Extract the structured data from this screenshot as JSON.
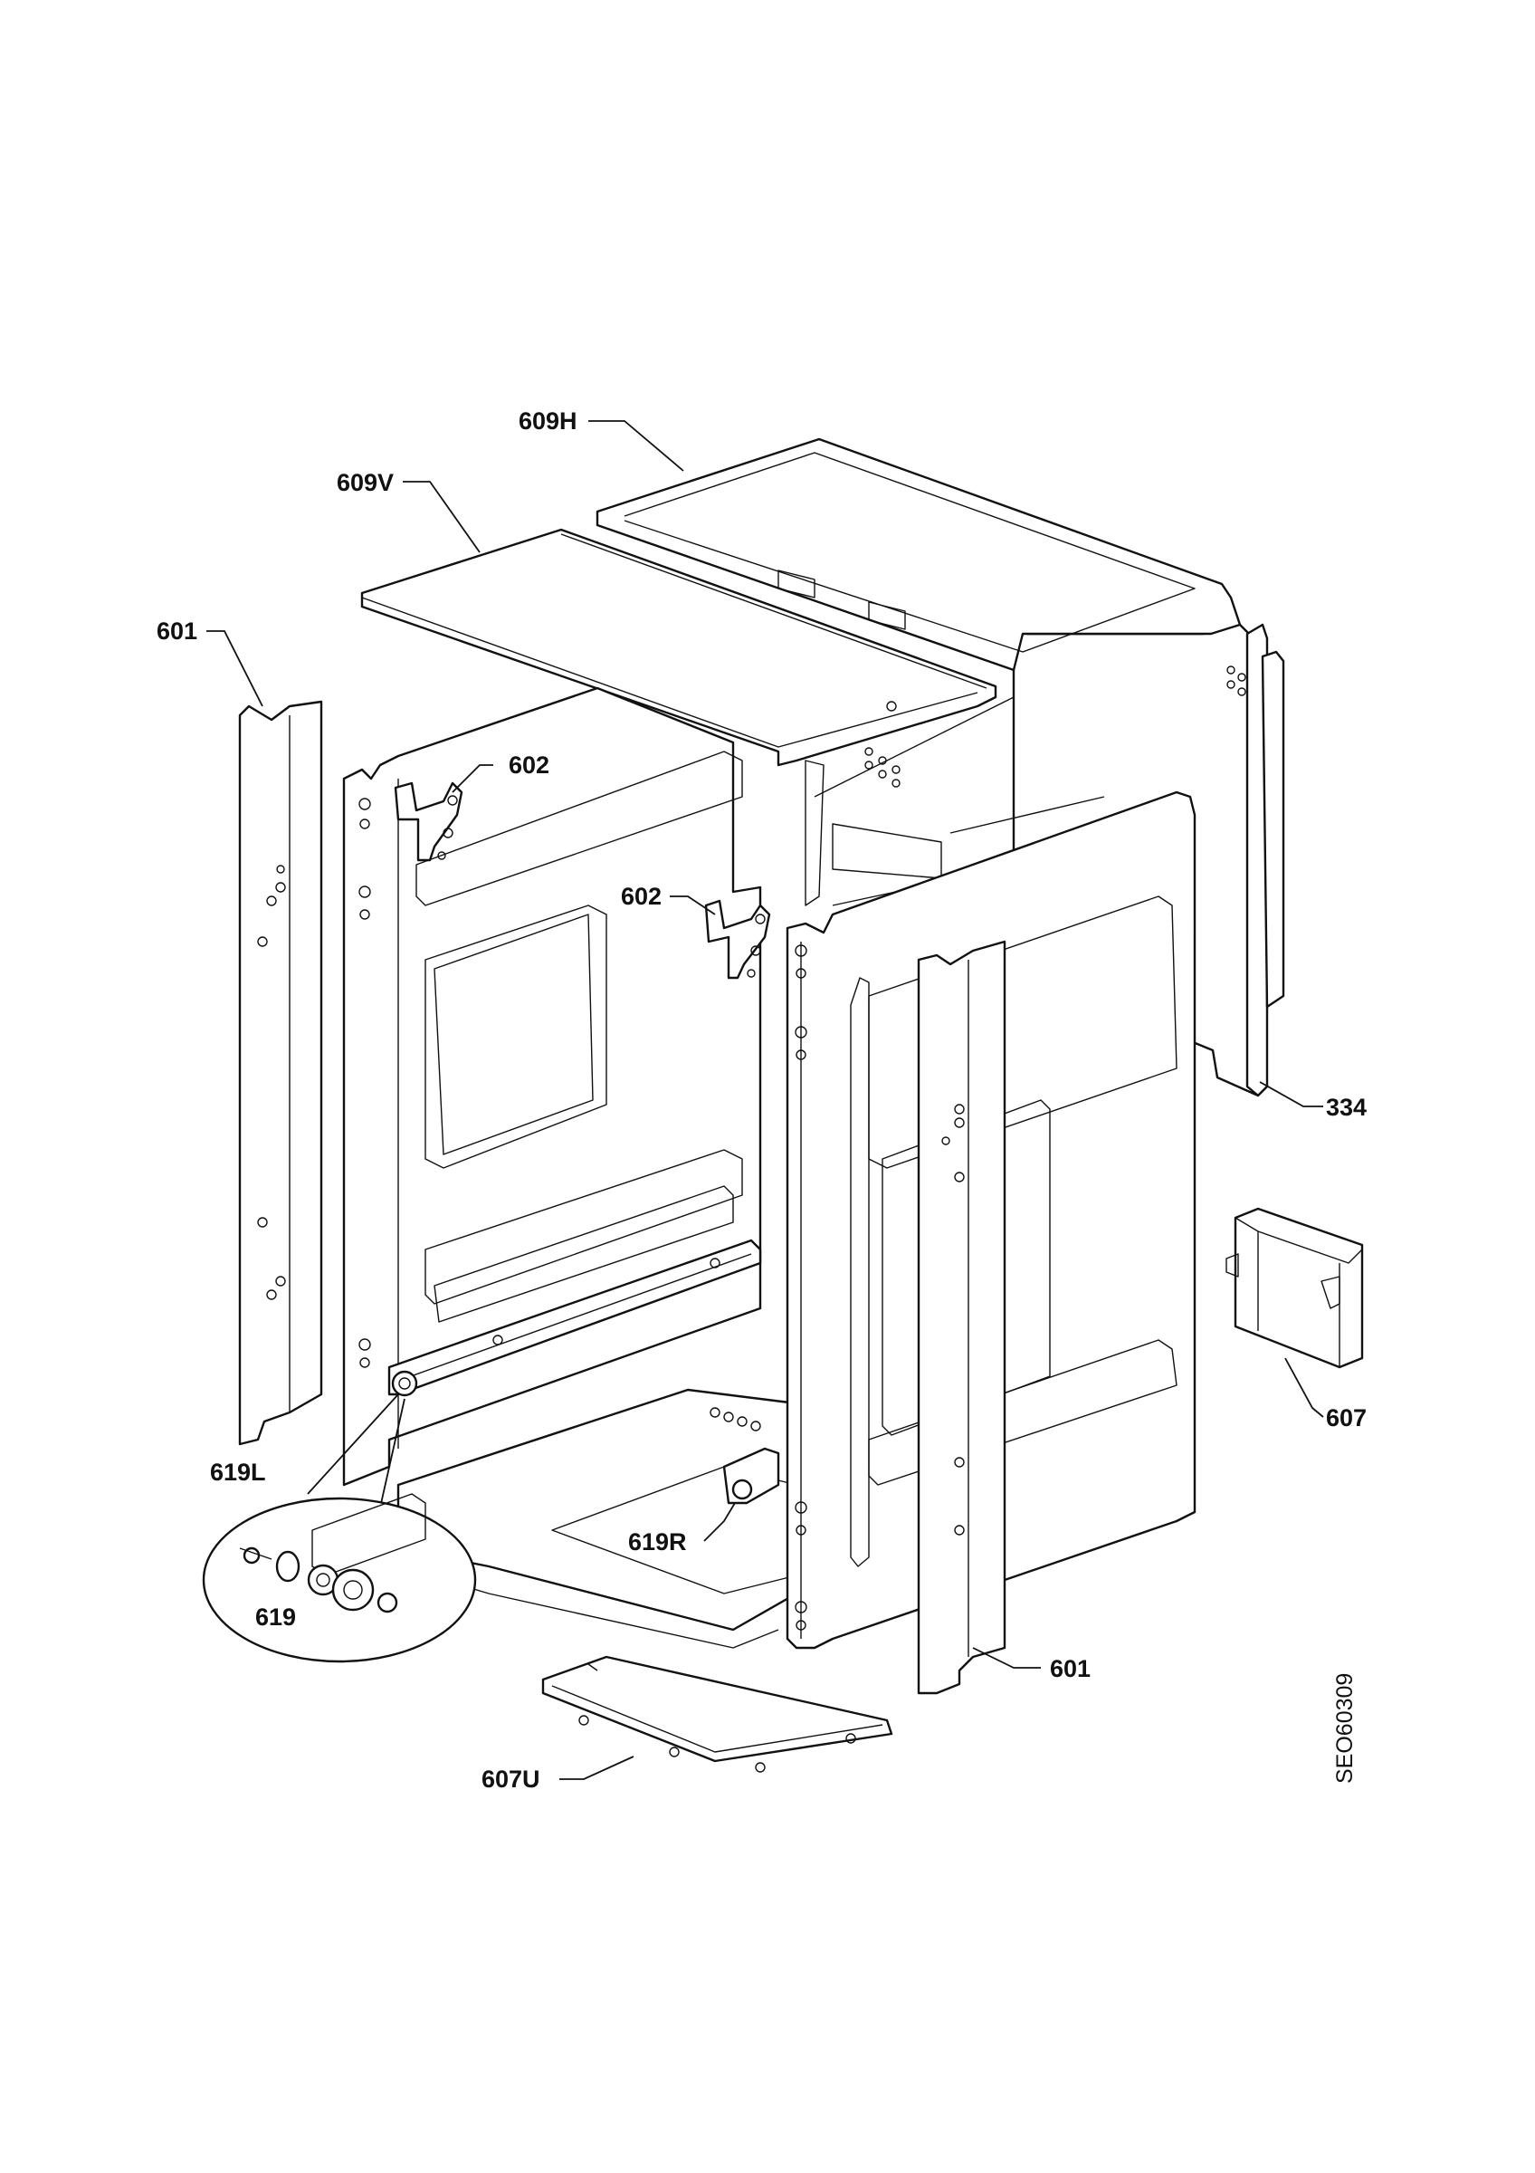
{
  "labels": {
    "609H": "609H",
    "609V": "609V",
    "601_left": "601",
    "602_upper": "602",
    "602_lower": "602",
    "334": "334",
    "607": "607",
    "619L": "619L",
    "619R": "619R",
    "619": "619",
    "601_right": "601",
    "607U": "607U"
  },
  "diagram_code": "SEO60309"
}
